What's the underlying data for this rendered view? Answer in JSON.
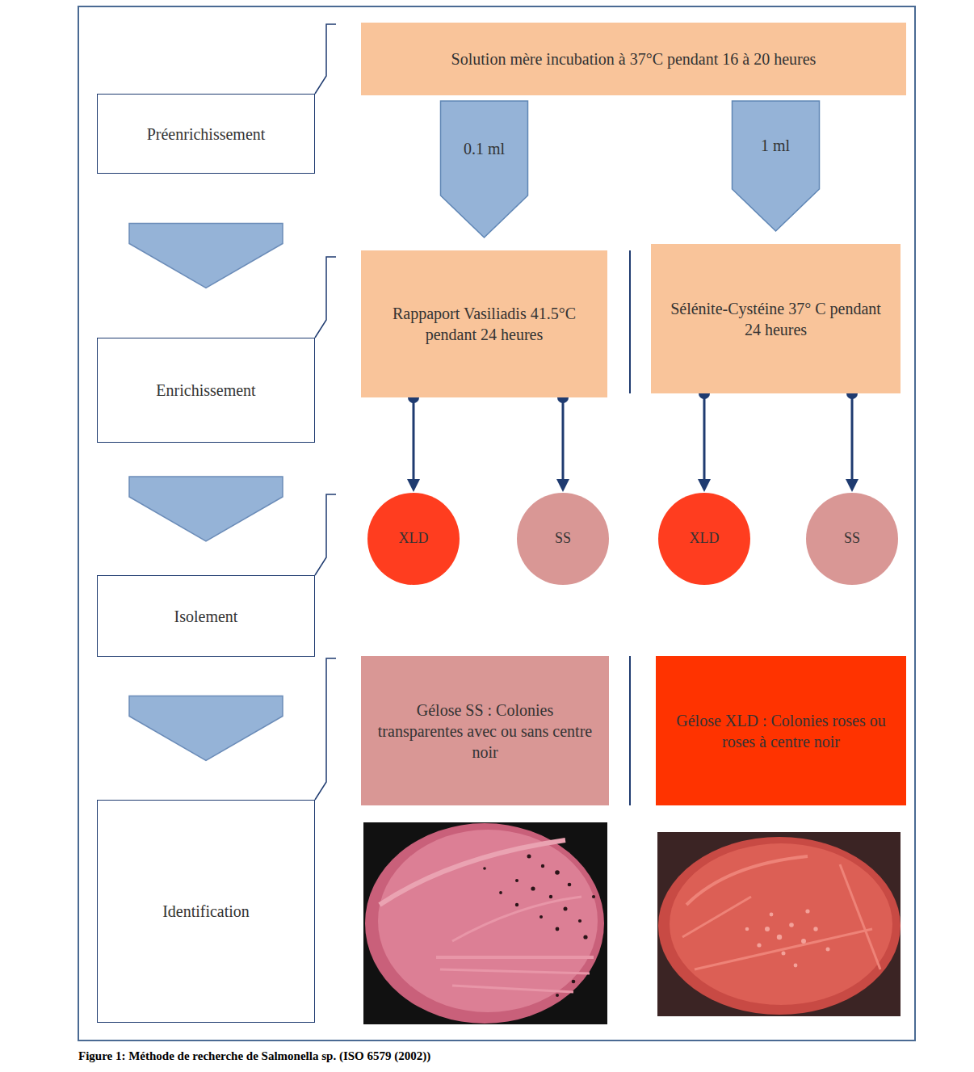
{
  "diagram": {
    "caption": "Figure 1: Méthode de recherche de Salmonella sp. (ISO 6579 (2002))",
    "nodes": [
      {
        "text": [
          "Solution mère incubation à 37°C pendant 16 à 20 heures"
        ]
      },
      {
        "text": [
          "Préenrichissement"
        ]
      },
      {
        "text": [
          "Rappaport Vasiliadis 41.5°C pendant 24 heures"
        ]
      },
      {
        "text": [
          "Sélénite-Cystéine 37° C pendant 24 heures"
        ]
      },
      {
        "text": [
          "Enrichissement"
        ]
      },
      {
        "text": [
          "XLD"
        ]
      },
      {
        "text": [
          "SS"
        ]
      },
      {
        "text": [
          "XLD"
        ]
      },
      {
        "text": [
          "SS"
        ]
      },
      {
        "text": [
          "Isolement"
        ]
      },
      {
        "text": [
          "Gélose SS : Colonies transparentes avec ou sans centre noir"
        ]
      },
      {
        "text": [
          "Gélose XLD : Colonies roses ou roses à centre noir"
        ]
      },
      {
        "text": [
          "Identification"
        ]
      }
    ],
    "edges": [
      {
        "from": 0,
        "to": 2,
        "label": "0.1 ml",
        "arrow": "to"
      },
      {
        "from": 0,
        "to": 3,
        "label": "1 ml",
        "arrow": "to"
      },
      {
        "from": 1,
        "to": 4,
        "arrow": "to"
      },
      {
        "from": 2,
        "to": 5,
        "arrow": "to"
      },
      {
        "from": 2,
        "to": 6,
        "arrow": "to"
      },
      {
        "from": 3,
        "to": 7,
        "arrow": "to"
      },
      {
        "from": 3,
        "to": 8,
        "arrow": "to"
      },
      {
        "from": 4,
        "to": 9,
        "arrow": "to"
      },
      {
        "from": 9,
        "to": 12,
        "arrow": "to"
      }
    ]
  }
}
